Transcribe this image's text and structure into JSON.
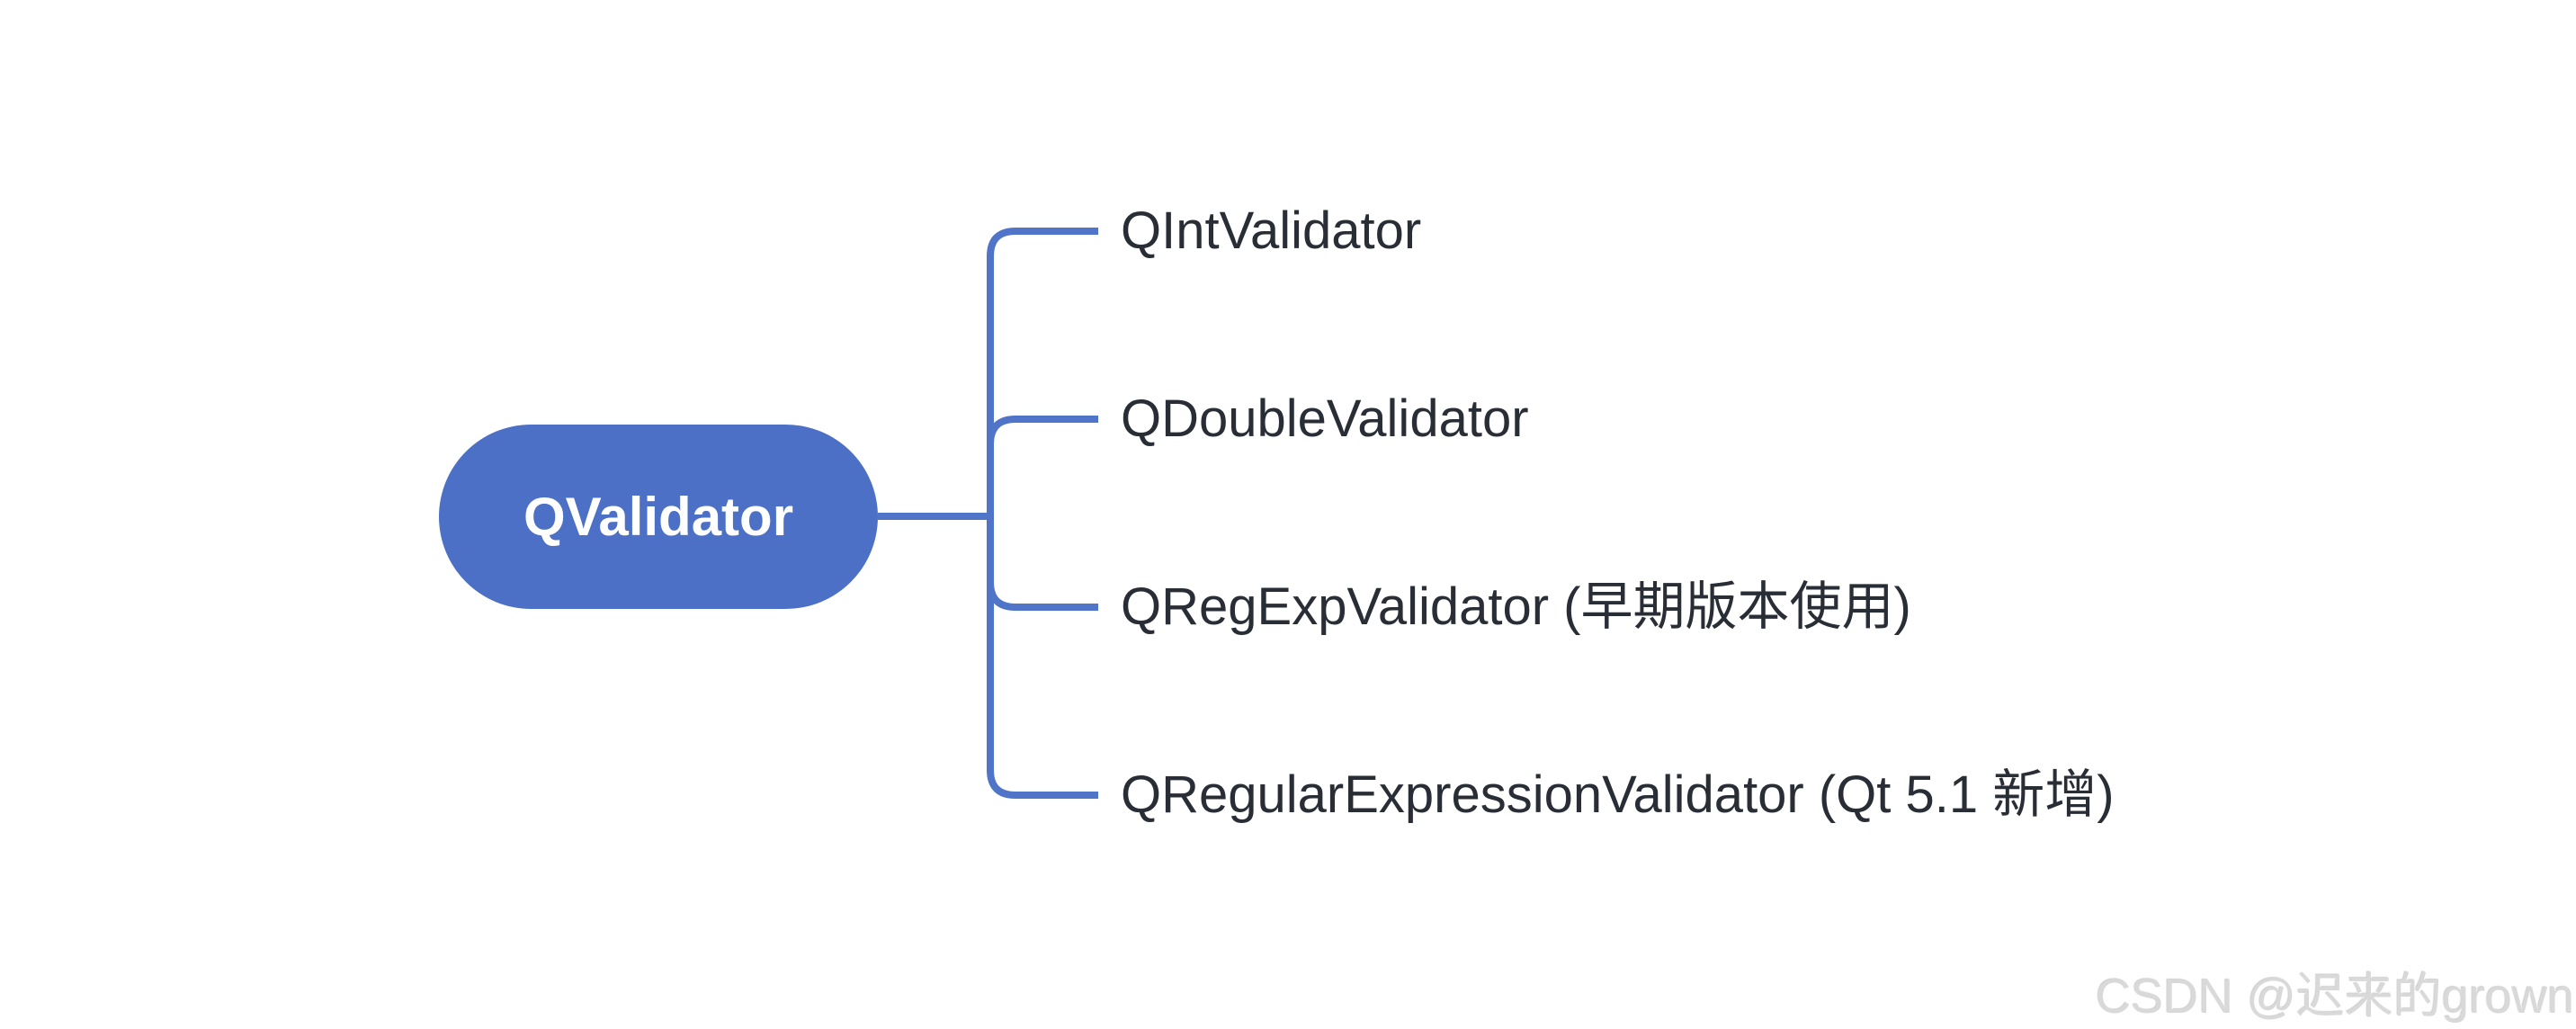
{
  "diagram": {
    "root": {
      "label": "QValidator"
    },
    "children": [
      {
        "label": "QIntValidator"
      },
      {
        "label": "QDoubleValidator"
      },
      {
        "label": "QRegExpValidator (早期版本使用)"
      },
      {
        "label": "QRegularExpressionValidator (Qt 5.1 新增)"
      }
    ],
    "colors": {
      "node_fill": "#4b70c5",
      "connector_line": "#5074c8",
      "child_label_text": "#292d36",
      "root_label_text": "#ffffff"
    }
  },
  "watermark": {
    "text": "CSDN @迟来的grown",
    "color": "#d9d9d9"
  }
}
